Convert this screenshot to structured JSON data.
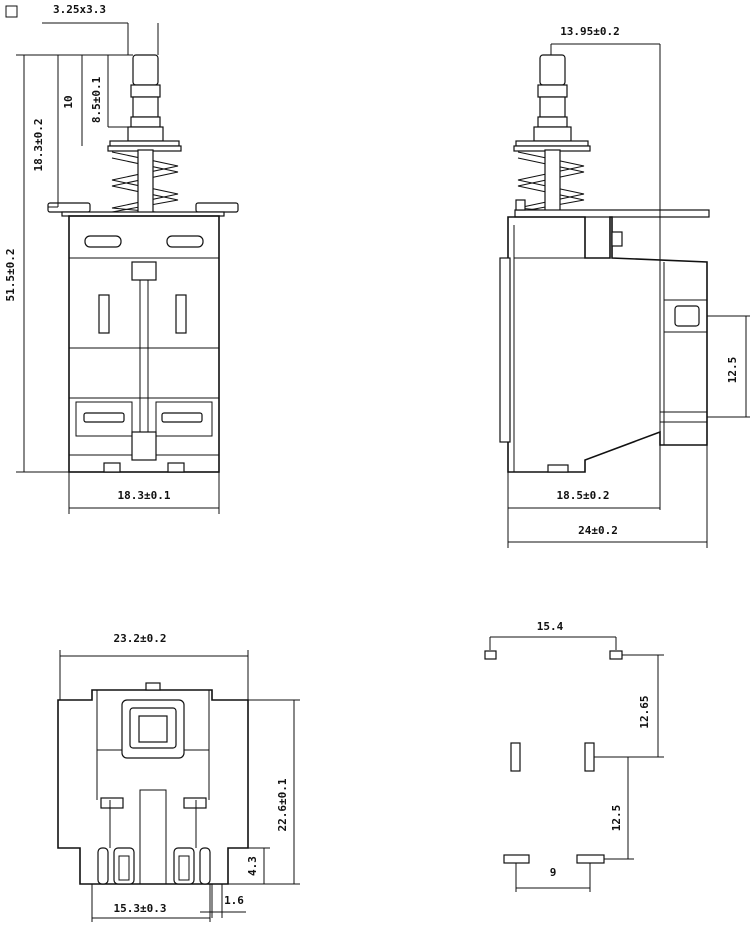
{
  "front_view": {
    "shaft_label": "3.25x3.3",
    "dim_10": "10",
    "dim_8_5": "8.5±0.1",
    "dim_18_3_height": "18.3±0.2",
    "dim_51_5": "51.5±0.2",
    "dim_18_3_width": "18.3±0.1"
  },
  "side_view": {
    "dim_13_95": "13.95±0.2",
    "dim_12_5": "12.5",
    "dim_18_5": "18.5±0.2",
    "dim_24": "24±0.2"
  },
  "bottom_view": {
    "dim_23_2": "23.2±0.2",
    "dim_22_6": "22.6±0.1",
    "dim_4_3": "4.3",
    "dim_1_6": "1.6",
    "dim_15_3": "15.3±0.3"
  },
  "pcb_layout": {
    "dim_15_4": "15.4",
    "dim_12_65": "12.65",
    "dim_12_5": "12.5",
    "dim_9": "9"
  }
}
